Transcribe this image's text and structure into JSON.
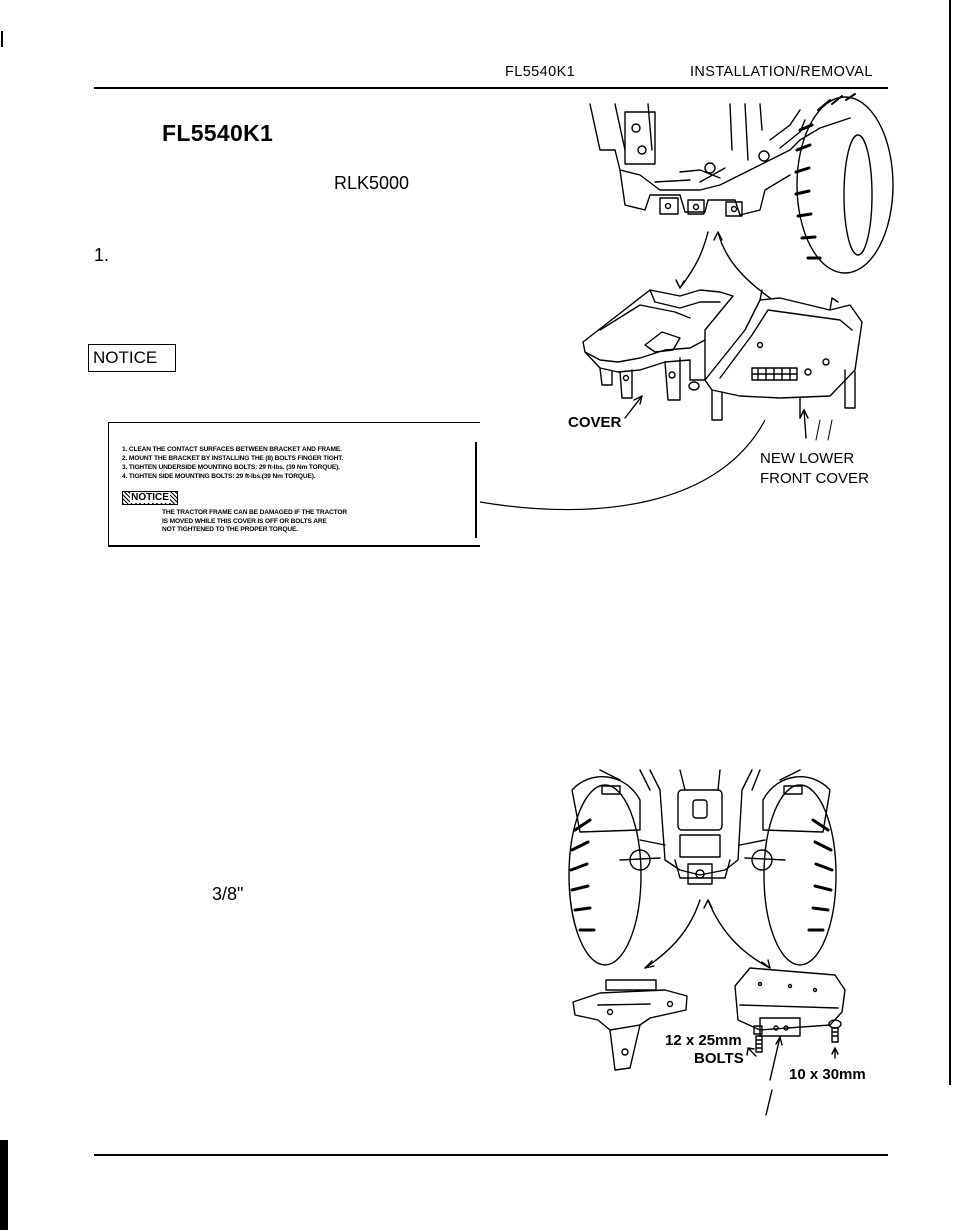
{
  "header": {
    "model": "FL5540K1",
    "section": "INSTALLATION/REMOVAL"
  },
  "body": {
    "title": "FL5540K1",
    "kit_ref": "RLK5000",
    "step_number": "1.",
    "notice_label": "NOTICE",
    "bolt_size": "3/8\""
  },
  "decal": {
    "lines": [
      "1. CLEAN THE CONTACT SURFACES BETWEEN BRACKET AND FRAME.",
      "2. MOUNT THE BRACKET BY INSTALLING THE (8) BOLTS FINGER TIGHT.",
      "3. TIGHTEN UNDERSIDE MOUNTING BOLTS: 29 ft-lbs. (39 Nm TORQUE).",
      "4. TIGHTEN SIDE MOUNTING BOLTS: 29 ft-lbs.(39 Nm TORQUE)."
    ],
    "notice_label": "NOTICE",
    "warning_lines": [
      "THE TRACTOR FRAME CAN BE DAMAGED IF THE TRACTOR",
      "IS MOVED WHILE THIS COVER IS OFF OR BOLTS ARE",
      "NOT TIGHTENED TO THE PROPER TORQUE."
    ]
  },
  "figure_top": {
    "label_cover": "COVER",
    "label_new_lower_line1": "NEW LOWER",
    "label_new_lower_line2": "FRONT COVER"
  },
  "figure_bottom": {
    "label_bolts_size": "12 x 25mm",
    "label_bolts": "BOLTS",
    "label_bolt_10": "10 x 30mm"
  }
}
